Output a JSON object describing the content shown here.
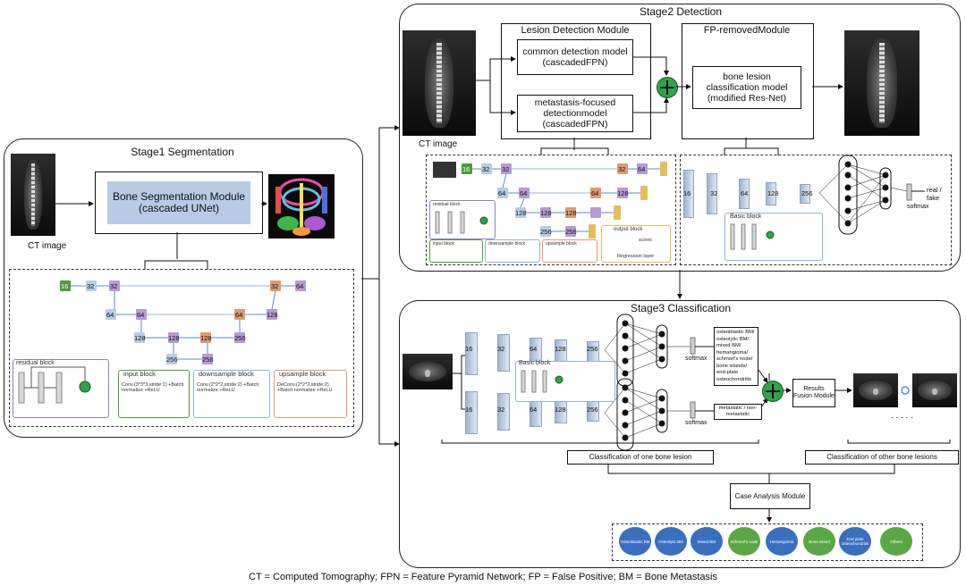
{
  "stage1": {
    "title": "Stage1 Segmentation",
    "ct_label": "CT image",
    "module": "Bone Segmentation Module (cascaded UNet)",
    "net_numbers": [
      "16",
      "32",
      "32",
      "32",
      "64",
      "64",
      "64",
      "64",
      "128",
      "128",
      "128",
      "128",
      "256",
      "256",
      "256"
    ],
    "legend_residual": "residual block",
    "legend_input": "input block",
    "legend_input_desc": "Conv.(3*3*3,stride:1) +Batch normalize +ReLU",
    "legend_down": "downsample block",
    "legend_down_desc": "Conv.(2*2*2,stride:2) +Batch normalize +ReLU",
    "legend_up": "upsample block",
    "legend_up_desc": "DeConv.(2*2*2,stride:2) +Batch normalize +ReLU"
  },
  "stage2": {
    "title": "Stage2 Detection",
    "ct_label": "CT image",
    "lesion_module_title": "Lesion Detection Module",
    "common_model": "common detection model (cascadedFPN)",
    "meta_model": "metastasis-focused detectionmodel (cascadedFPN)",
    "fp_title": "FP-removedModule",
    "fp_model": "bone lesion classification model (modified Res-Net)",
    "fpn_numbers": [
      "16",
      "32",
      "32",
      "32",
      "64",
      "64",
      "64",
      "64",
      "128",
      "128",
      "128",
      "128",
      "256",
      "256"
    ],
    "legend_residual": "residual block",
    "legend_input": "input block",
    "legend_down": "downsample block",
    "legend_up": "upsample block",
    "legend_output": "output block",
    "legend_output_desc": "scores",
    "legend_regression": "Regression layer",
    "res_numbers": [
      "16",
      "32",
      "64",
      "128",
      "256"
    ],
    "basic_block": "Basic block",
    "softmax": "softmax",
    "output": "real / fake"
  },
  "stage3": {
    "title": "Stage3 Classification",
    "res_numbers": [
      "16",
      "32",
      "64",
      "128",
      "256"
    ],
    "basic_block": "Basic block",
    "softmax": "softmax",
    "class_list": "osteoblastic BM/ osteolytic BM/ mixed BM/ hemangioma/ schmorl's node/ bone islands/ end-plate osteochondritis",
    "binary": "metastatic / non-metastatic",
    "fusion": "Results Fusion Module",
    "ellipsis": ". . . . .",
    "one_lesion": "Classification of one bone lesion",
    "other_lesions": "Classification of other bone lesions",
    "case_module": "Case Analysis Module",
    "categories": [
      {
        "label": "Osteoblastic BM",
        "color": "#3a6fbf"
      },
      {
        "label": "Osteolytic BM",
        "color": "#3a6fbf"
      },
      {
        "label": "Mixed BM",
        "color": "#3a6fbf"
      },
      {
        "label": "Schmorl's node",
        "color": "#5aa845"
      },
      {
        "label": "Hemangioma",
        "color": "#3a6fbf"
      },
      {
        "label": "Bone island",
        "color": "#5aa845"
      },
      {
        "label": "End plate osteochondritis",
        "color": "#3a6fbf"
      },
      {
        "label": "Others",
        "color": "#5aa845"
      }
    ]
  },
  "footer": "CT = Computed Tomography; FPN = Feature Pyramid Network; FP = False Positive; BM = Bone Metastasis"
}
